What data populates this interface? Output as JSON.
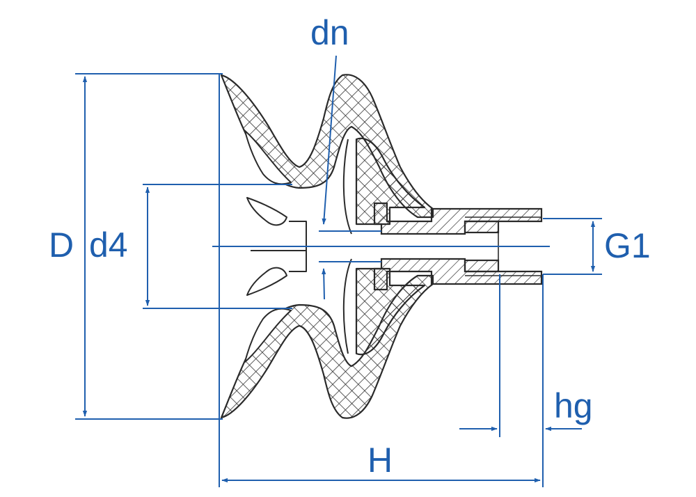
{
  "labels": {
    "dn": "dn",
    "D": "D",
    "d4": "d4",
    "G1": "G1",
    "hg": "hg",
    "H": "H"
  },
  "colors": {
    "dimension": "#1f5fae",
    "outline": "#2a2a2a",
    "hatch": "#333333",
    "background": "#ffffff"
  }
}
